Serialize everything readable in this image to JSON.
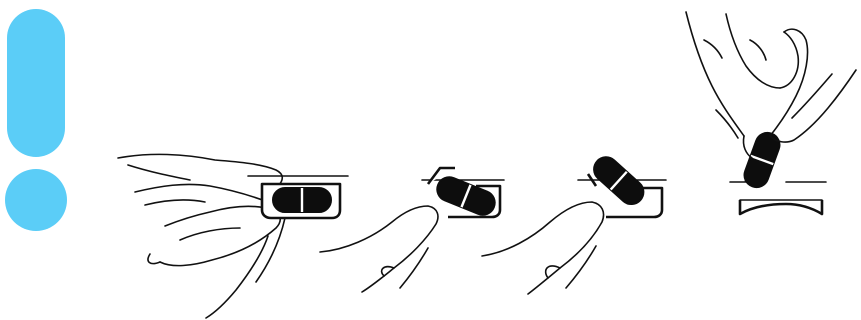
{
  "diagram": {
    "steps": [
      {
        "depicts": "push-capsule-from-blister"
      },
      {
        "depicts": "capsule-tilting-out"
      },
      {
        "depicts": "capsule-lifting-out"
      },
      {
        "depicts": "capsule-removed-from-blister"
      }
    ]
  },
  "colors": {
    "warning_mark": "#5bcdf7",
    "ink": "#111111",
    "capsule": "#0d0d0d",
    "background": "#ffffff"
  },
  "icons": {
    "warning": "exclamation-mark-icon"
  }
}
